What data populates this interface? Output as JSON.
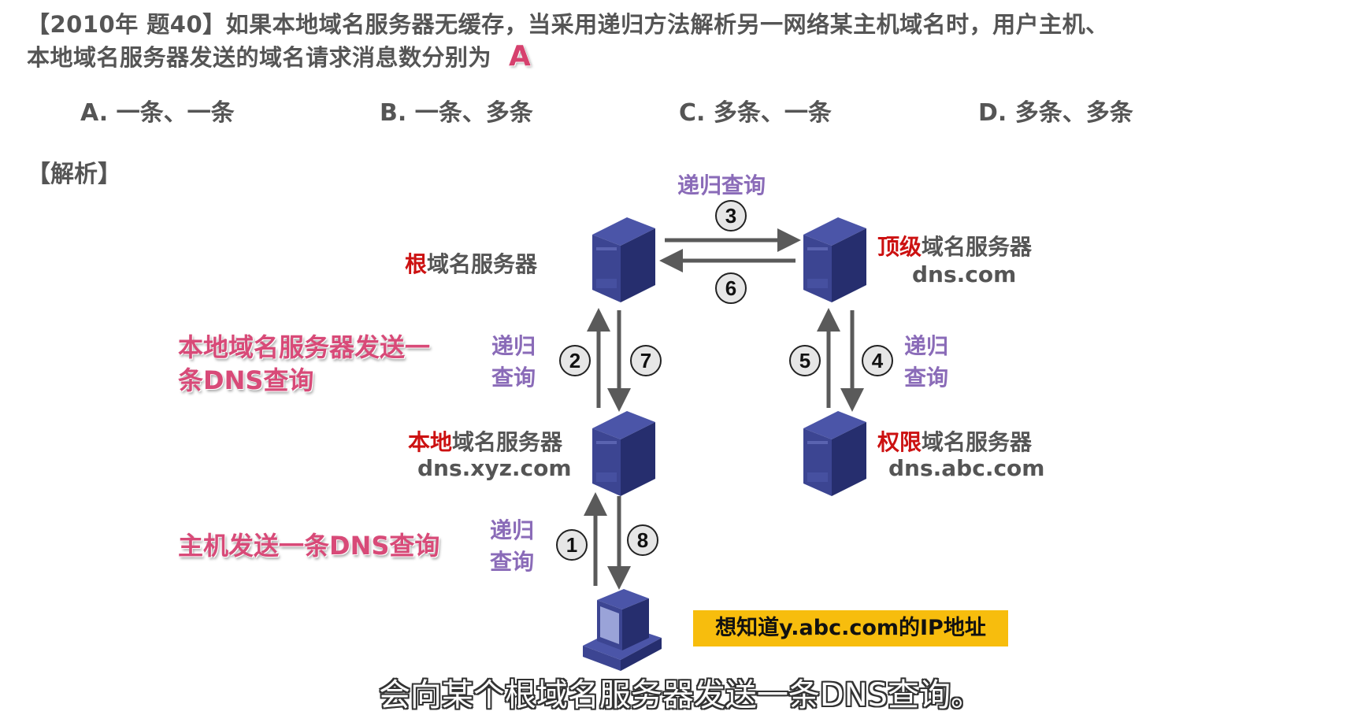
{
  "question": {
    "line1": "【2010年 题40】如果本地域名服务器无缓存，当采用递归方法解析另一网络某主机域名时，用户主机、",
    "line2": "本地域名服务器发送的域名请求消息数分别为",
    "answer": "A"
  },
  "options": [
    {
      "label": "A. 一条、一条"
    },
    {
      "label": "B. 一条、多条"
    },
    {
      "label": "C. 多条、一条"
    },
    {
      "label": "D. 多条、多条"
    }
  ],
  "section_title": "【解析】",
  "diagram": {
    "nodes": {
      "root": {
        "highlight": "根",
        "rest": "域名服务器"
      },
      "tld": {
        "highlight": "顶级",
        "rest": "域名服务器",
        "host": "dns.com"
      },
      "local": {
        "highlight": "本地",
        "rest": "域名服务器",
        "host": "dns.xyz.com"
      },
      "auth": {
        "highlight": "权限",
        "rest": "域名服务器",
        "host": "dns.abc.com"
      }
    },
    "query_labels": {
      "top": "递归查询",
      "left_mid_1": "递归",
      "left_mid_2": "查询",
      "right_mid_1": "递归",
      "right_mid_2": "查询",
      "bottom_1": "递归",
      "bottom_2": "查询"
    },
    "steps": [
      "1",
      "2",
      "3",
      "4",
      "5",
      "6",
      "7",
      "8"
    ],
    "annotations": {
      "local_sends_1": "本地域名服务器发送一",
      "local_sends_2": "条DNS查询",
      "host_sends": "主机发送一条DNS查询"
    },
    "note": "想知道y.abc.com的IP地址"
  },
  "subtitle": "会向某个根域名服务器发送一条DNS查询。",
  "colors": {
    "text": "#555555",
    "highlight_red": "#cc1111",
    "purple": "#8a6bb8",
    "pink": "#d84a78",
    "note_bg": "#f7bd0d",
    "server": "#3c4592",
    "arrow": "#5a5a5a"
  }
}
